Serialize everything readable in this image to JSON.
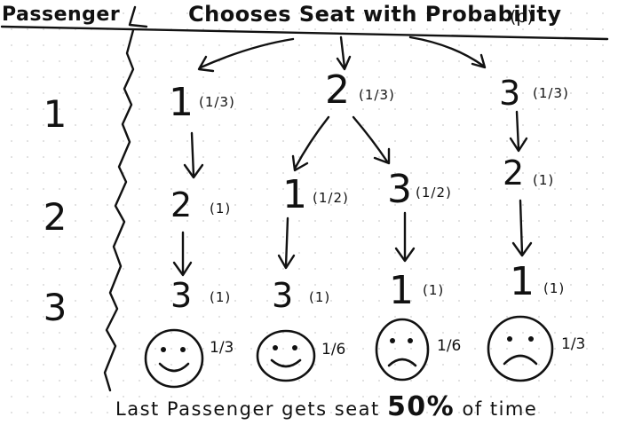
{
  "header": {
    "passenger": "Passenger",
    "chooses": "Chooses Seat with Probability",
    "prob_symbol": "(p)"
  },
  "rows": [
    "1",
    "2",
    "3"
  ],
  "branches": [
    {
      "seats": [
        "1",
        "2",
        "3"
      ],
      "probs": [
        "(1/3)",
        "(1)",
        "(1)"
      ],
      "outcome": "1/3",
      "happy": true
    },
    {
      "seats": [
        "2",
        "1",
        "3"
      ],
      "probs": [
        "(1/3)",
        "(1/2)",
        "(1)"
      ],
      "outcome": "1/6",
      "happy": true
    },
    {
      "seats": [
        "2",
        "3",
        "1"
      ],
      "probs": [
        "(1/3)",
        "(1/2)",
        "(1)"
      ],
      "outcome": "1/6",
      "happy": false
    },
    {
      "seats": [
        "3",
        "2",
        "1"
      ],
      "probs": [
        "(1/3)",
        "(1)",
        "(1)"
      ],
      "outcome": "1/3",
      "happy": false
    }
  ],
  "footer": {
    "prefix": "Last Passenger gets  seat",
    "percent": "50%",
    "suffix": "of  time"
  }
}
